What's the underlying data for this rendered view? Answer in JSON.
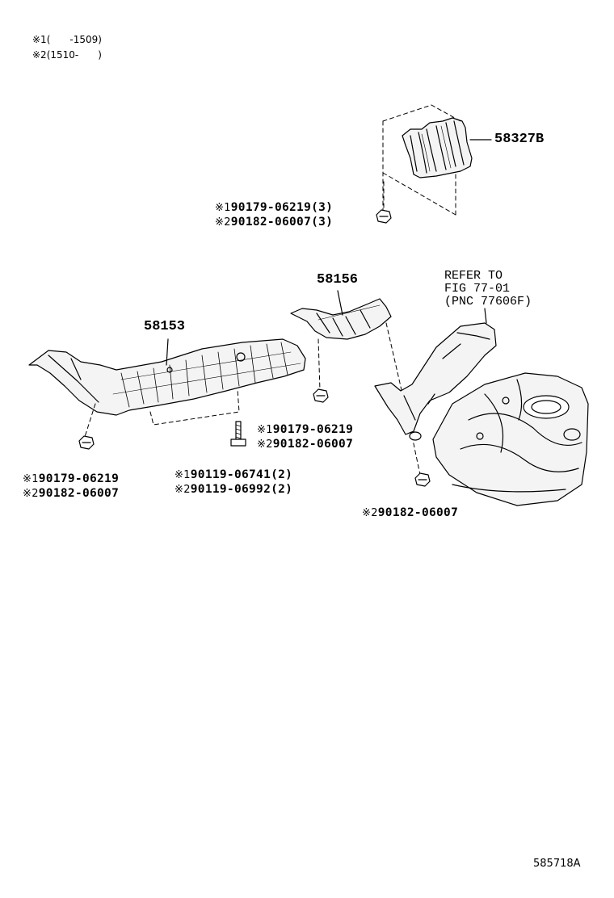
{
  "notes": {
    "mark1": "※1",
    "mark1_range": "(　　-1509)",
    "mark2": "※2",
    "mark2_range": "(1510-　　)"
  },
  "parts": {
    "p58327b": "58327B",
    "p58156": "58156",
    "p58153": "58153"
  },
  "fasteners": {
    "top_1_num": "90179-06219(3)",
    "top_2_num": "90182-06007(3)",
    "left_1_num": "90179-06219",
    "left_2_num": "90182-06007",
    "bolt_1_num": "90119-06741(2)",
    "bolt_2_num": "90119-06992(2)",
    "mid_1_num": "90179-06219",
    "mid_2_num": "90182-06007",
    "right_2_num": "90182-06007"
  },
  "reference": {
    "line1": "REFER TO",
    "line2": "FIG 77-01",
    "line3": "(PNC 77606F)"
  },
  "footer": {
    "id": "585718A"
  }
}
